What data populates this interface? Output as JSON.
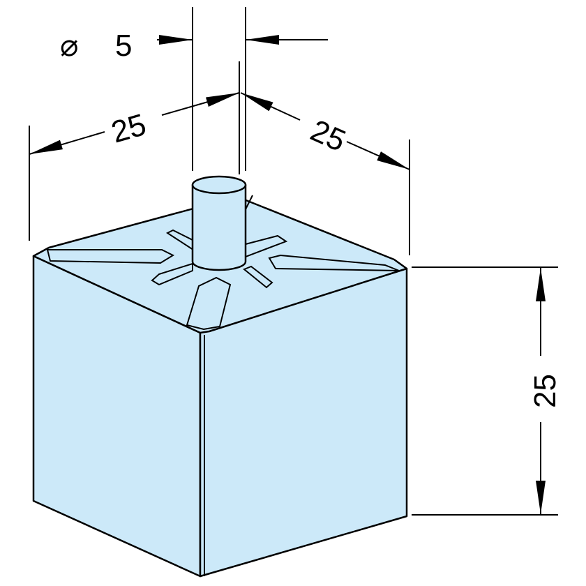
{
  "drawing": {
    "fill_color": "#cce9f9",
    "dimensions": {
      "pin_diameter": {
        "symbol": "⌀",
        "value": "5"
      },
      "width_left": "25",
      "width_right": "25",
      "height": "25"
    }
  }
}
